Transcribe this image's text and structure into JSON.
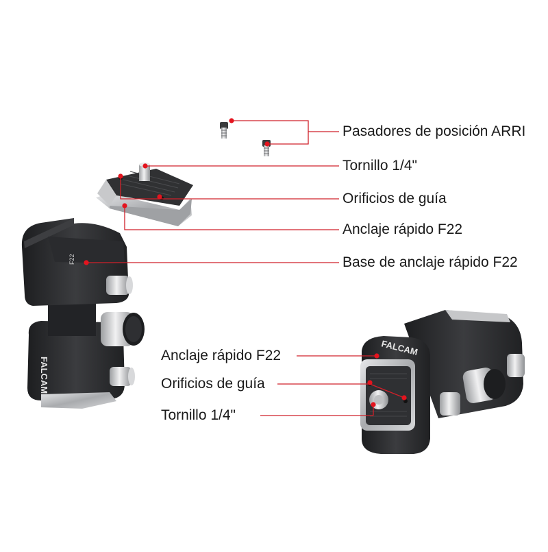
{
  "colors": {
    "callout_line": "#d0202a",
    "dot": "#e4141e",
    "body_dark": "#2b2c2e",
    "metal": "#b8b9bb"
  },
  "callouts_top": [
    {
      "text": "Pasadores de posición ARRI"
    },
    {
      "text": "Tornillo 1/4\""
    },
    {
      "text": "Orificios de guía"
    },
    {
      "text": "Anclaje rápido F22"
    },
    {
      "text": "Base de anclaje rápido F22"
    }
  ],
  "callouts_bottom": [
    {
      "text": "Anclaje rápido F22"
    },
    {
      "text": "Orificios de guía"
    },
    {
      "text": "Tornillo 1/4\""
    }
  ],
  "product": {
    "brand": "FALCAM",
    "model": "F22"
  }
}
